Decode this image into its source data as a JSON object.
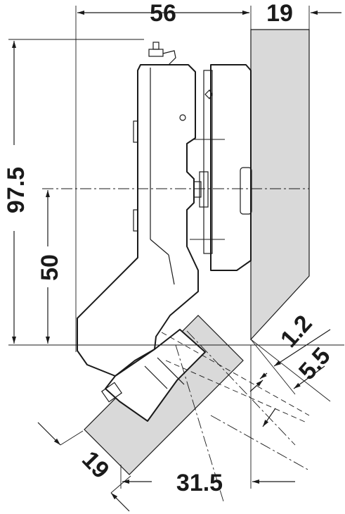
{
  "drawing": {
    "dimensions": {
      "top_width": "56",
      "top_panel_thickness": "19",
      "overall_height": "97.5",
      "center_height": "50",
      "gap_small": "1.2",
      "gap_large": "5.5",
      "bottom_panel_thickness": "19",
      "bottom_offset": "31.5"
    },
    "colors": {
      "panel_fill": "#d9d9d9",
      "line": "#1a1a1a",
      "background": "#ffffff"
    }
  }
}
